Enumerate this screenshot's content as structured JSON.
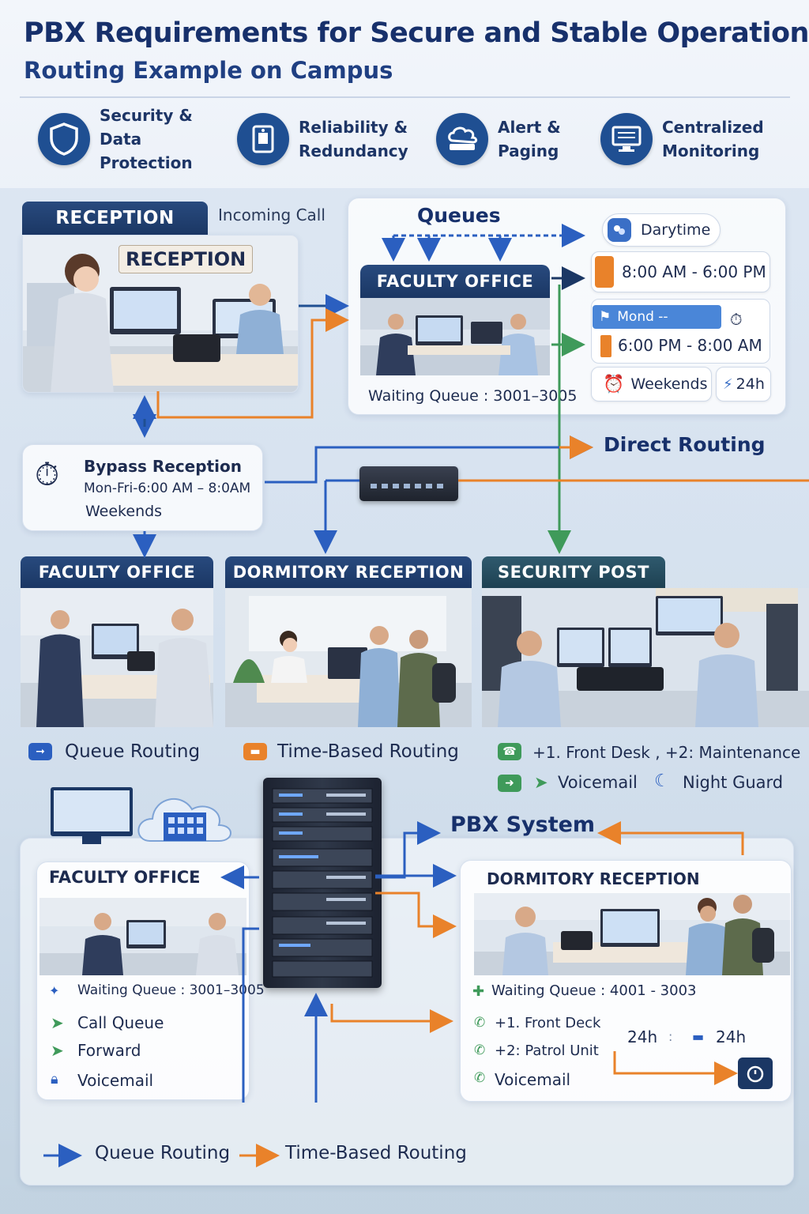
{
  "header": {
    "title": "PBX Requirements for Secure and Stable Operation",
    "subtitle": "Routing Example on Campus"
  },
  "features": [
    {
      "line1": "Security &",
      "line2": "Data Protection",
      "icon": "shield-icon"
    },
    {
      "line1": "Reliability &",
      "line2": "Redundancy",
      "icon": "server-icon"
    },
    {
      "line1": "Alert &",
      "line2": "Paging",
      "icon": "cloud-icon"
    },
    {
      "line1": "Centralized",
      "line2": "Monitoring",
      "icon": "monitor-icon"
    }
  ],
  "reception": {
    "tab": "RECEPTION",
    "incoming": "Incoming Call",
    "sign": "RECEPTION"
  },
  "queues": {
    "title": "Queues",
    "office_tab": "FACULTY OFFICE",
    "waiting": "Waiting Queue : 3001–3005",
    "daytime": "Darytime",
    "day_hours": "8:00 AM - 6:00 PM",
    "mond": "Mond --",
    "night_hours": "6:00 PM - 8:00 AM",
    "weekends": "Weekends",
    "h24": "24h"
  },
  "direct_routing": "Direct Routing",
  "bypass": {
    "title": "Bypass Reception",
    "hours": "Mon-Fri-6:00 AM – 8:0AM",
    "weekends": "Weekends"
  },
  "sites": [
    {
      "tab": "FACULTY OFFICE"
    },
    {
      "tab": "DORMITORY RECEPTION"
    },
    {
      "tab": "SECURITY POST"
    }
  ],
  "legend_mid": {
    "queue": "Queue Routing",
    "time": "Time-Based Routing",
    "front": "+1. Front Desk , +2: Maintenance",
    "voicemail": "Voicemail",
    "night": "Night Guard"
  },
  "pbx": {
    "title": "PBX System"
  },
  "faculty_bottom": {
    "tab": "FACULTY OFFICE",
    "waiting": "Waiting Queue : 3001–3005",
    "items": [
      "Call Queue",
      "Forward",
      "Voicemail"
    ]
  },
  "dorm_bottom": {
    "tab": "DORMITORY RECEPTION",
    "waiting": "Waiting Queue : 4001 - 3003",
    "items": [
      "+1. Front Deck",
      "+2: Patrol Unit",
      "Voicemail"
    ],
    "h24a": "24h",
    "h24b": "24h"
  },
  "legend_bottom": {
    "queue": "Queue Routing",
    "time": "Time-Based Routing"
  },
  "colors": {
    "navy": "#1b3764",
    "blue_arrow": "#2b5fc0",
    "orange_arrow": "#e9822a",
    "green_arrow": "#3f9a5a"
  }
}
